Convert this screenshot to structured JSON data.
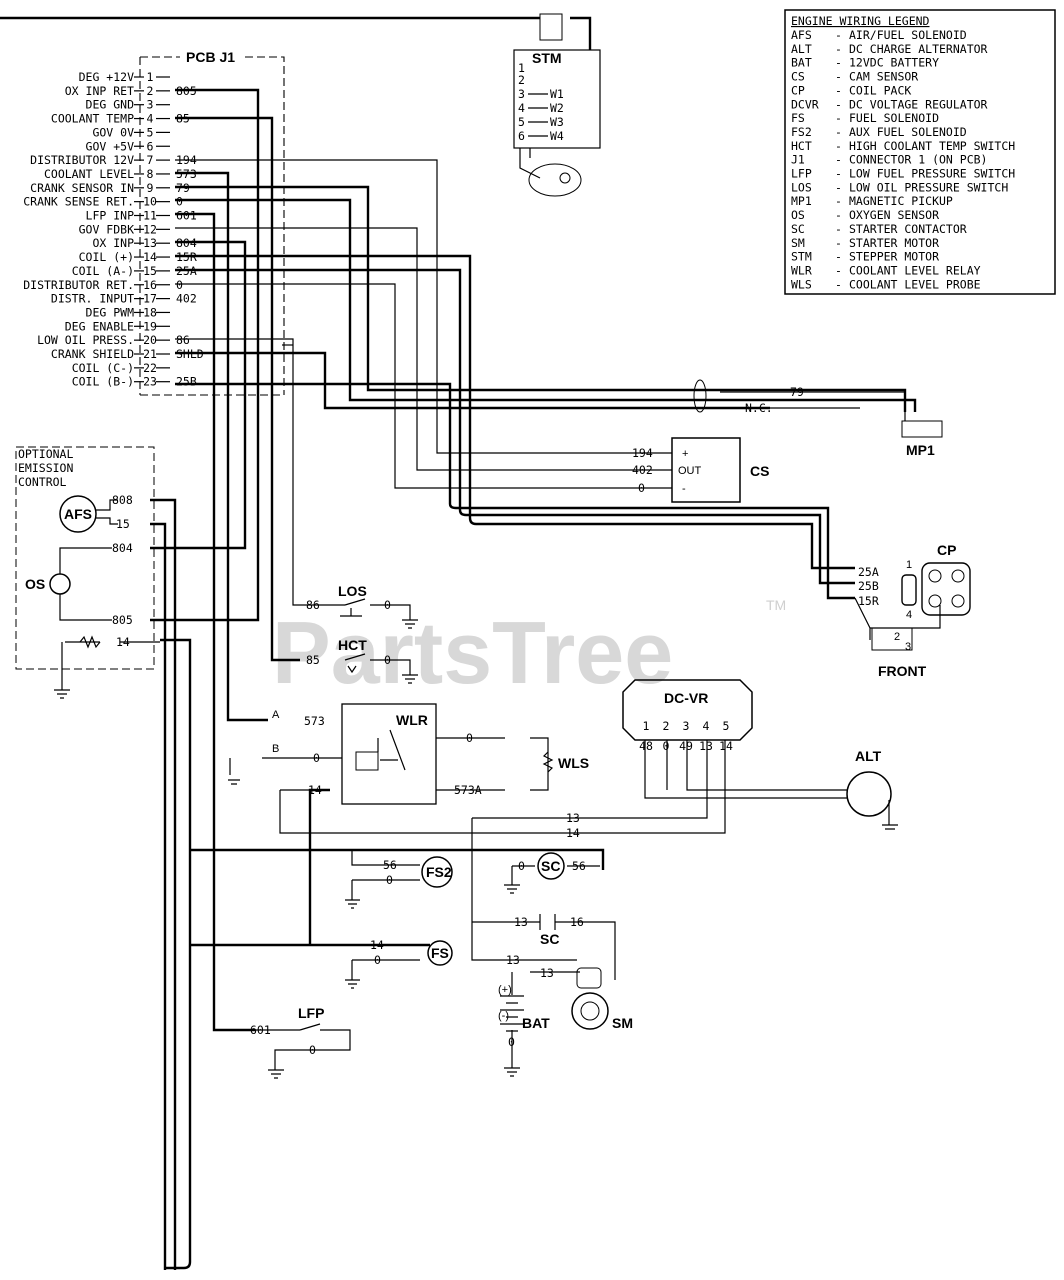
{
  "watermark": {
    "brand": "PartsTree",
    "tm": "TM"
  },
  "pcb": {
    "title": "PCB J1",
    "pins": [
      {
        "name": "DEG +12V",
        "num": "1",
        "wire": ""
      },
      {
        "name": "OX INP RET",
        "num": "2",
        "wire": "805"
      },
      {
        "name": "DEG GND",
        "num": "3",
        "wire": ""
      },
      {
        "name": "COOLANT TEMP",
        "num": "4",
        "wire": "85"
      },
      {
        "name": "GOV 0V",
        "num": "5",
        "wire": ""
      },
      {
        "name": "GOV +5V",
        "num": "6",
        "wire": ""
      },
      {
        "name": "DISTRIBUTOR 12V",
        "num": "7",
        "wire": "194"
      },
      {
        "name": "COOLANT LEVEL",
        "num": "8",
        "wire": "573"
      },
      {
        "name": "CRANK SENSOR IN",
        "num": "9",
        "wire": "79"
      },
      {
        "name": "CRANK SENSE RET.",
        "num": "10",
        "wire": "0"
      },
      {
        "name": "LFP INP",
        "num": "11",
        "wire": "601"
      },
      {
        "name": "GOV FDBK",
        "num": "12",
        "wire": ""
      },
      {
        "name": "OX INP",
        "num": "13",
        "wire": "804"
      },
      {
        "name": "COIL (+)",
        "num": "14",
        "wire": "15R"
      },
      {
        "name": "COIL (A-)",
        "num": "15",
        "wire": "25A"
      },
      {
        "name": "DISTRIBUTOR RET.",
        "num": "16",
        "wire": "0"
      },
      {
        "name": "DISTR. INPUT",
        "num": "17",
        "wire": "402"
      },
      {
        "name": "DEG PWM",
        "num": "18",
        "wire": ""
      },
      {
        "name": "DEG ENABLE",
        "num": "19",
        "wire": ""
      },
      {
        "name": "LOW OIL PRESS.",
        "num": "20",
        "wire": "86"
      },
      {
        "name": "CRANK SHIELD",
        "num": "21",
        "wire": "SHLD"
      },
      {
        "name": "COIL (C-)",
        "num": "22",
        "wire": ""
      },
      {
        "name": "COIL (B-)",
        "num": "23",
        "wire": "25B"
      }
    ]
  },
  "legend": {
    "title": "ENGINE WIRING LEGEND",
    "rows": [
      {
        "code": "AFS",
        "desc": "AIR/FUEL SOLENOID"
      },
      {
        "code": "ALT",
        "desc": "DC CHARGE ALTERNATOR"
      },
      {
        "code": "BAT",
        "desc": "12VDC BATTERY"
      },
      {
        "code": "CS",
        "desc": "CAM SENSOR"
      },
      {
        "code": "CP",
        "desc": "COIL PACK"
      },
      {
        "code": "DCVR",
        "desc": "DC VOLTAGE REGULATOR"
      },
      {
        "code": "FS",
        "desc": "FUEL SOLENOID"
      },
      {
        "code": "FS2",
        "desc": "AUX FUEL SOLENOID"
      },
      {
        "code": "HCT",
        "desc": "HIGH COOLANT TEMP SWITCH"
      },
      {
        "code": "J1",
        "desc": "CONNECTOR 1 (ON PCB)"
      },
      {
        "code": "LFP",
        "desc": "LOW FUEL PRESSURE SWITCH"
      },
      {
        "code": "LOS",
        "desc": "LOW OIL PRESSURE SWITCH"
      },
      {
        "code": "MP1",
        "desc": "MAGNETIC PICKUP"
      },
      {
        "code": "OS",
        "desc": "OXYGEN SENSOR"
      },
      {
        "code": "SC",
        "desc": "STARTER CONTACTOR"
      },
      {
        "code": "SM",
        "desc": "STARTER MOTOR"
      },
      {
        "code": "STM",
        "desc": "STEPPER MOTOR"
      },
      {
        "code": "WLR",
        "desc": "COOLANT LEVEL RELAY"
      },
      {
        "code": "WLS",
        "desc": "COOLANT LEVEL PROBE"
      }
    ]
  },
  "stm": {
    "title": "STM",
    "pins": [
      "1",
      "2",
      "3",
      "4",
      "5",
      "6"
    ],
    "wires": [
      "W1",
      "W2",
      "W3",
      "W4"
    ]
  },
  "emission": {
    "line1": "OPTIONAL",
    "line2": "EMISSION",
    "line3": "CONTROL",
    "afs": "AFS",
    "os": "OS",
    "w808": "808",
    "w15": "15",
    "w804": "804",
    "w805": "805",
    "w14": "14"
  },
  "cs": {
    "label": "CS",
    "plus": "+",
    "out": "OUT",
    "minus": "-",
    "w194": "194",
    "w402": "402",
    "w0": "0"
  },
  "mp1": {
    "label": "MP1",
    "w79": "79",
    "nc": "N.C."
  },
  "cp": {
    "label": "CP",
    "front": "FRONT",
    "w25a": "25A",
    "w25b": "25B",
    "w15r": "15R",
    "n1": "1",
    "n4": "4",
    "n2": "2",
    "n3": "3"
  },
  "los": {
    "label": "LOS",
    "w86": "86",
    "w0": "0"
  },
  "hct": {
    "label": "HCT",
    "w85": "85",
    "w0": "0"
  },
  "wlr": {
    "label": "WLR",
    "a": "A",
    "b": "B",
    "w573": "573",
    "w0": "0",
    "w14": "14",
    "w0r": "0",
    "w573a": "573A"
  },
  "wls": {
    "label": "WLS"
  },
  "dcvr": {
    "label": "DC-VR",
    "pins": [
      "1",
      "2",
      "3",
      "4",
      "5"
    ],
    "wires": [
      "48",
      "0",
      "49",
      "13",
      "14"
    ]
  },
  "alt": {
    "label": "ALT",
    "w13": "13",
    "w14": "14"
  },
  "fs2": {
    "label": "FS2",
    "w56": "56",
    "w0": "0"
  },
  "scr": {
    "label": "SC",
    "w0": "0",
    "w56": "56"
  },
  "sc": {
    "label": "SC",
    "w13": "13",
    "w16": "16"
  },
  "fs": {
    "label": "FS",
    "w14": "14",
    "w0": "0"
  },
  "bat": {
    "label": "BAT",
    "plus": "(+)",
    "minus": "(-)",
    "w13": "13",
    "w0": "0"
  },
  "sm": {
    "label": "SM",
    "w13": "13",
    "w13b": "13"
  },
  "lfp": {
    "label": "LFP",
    "w601": "601",
    "w0": "0"
  }
}
